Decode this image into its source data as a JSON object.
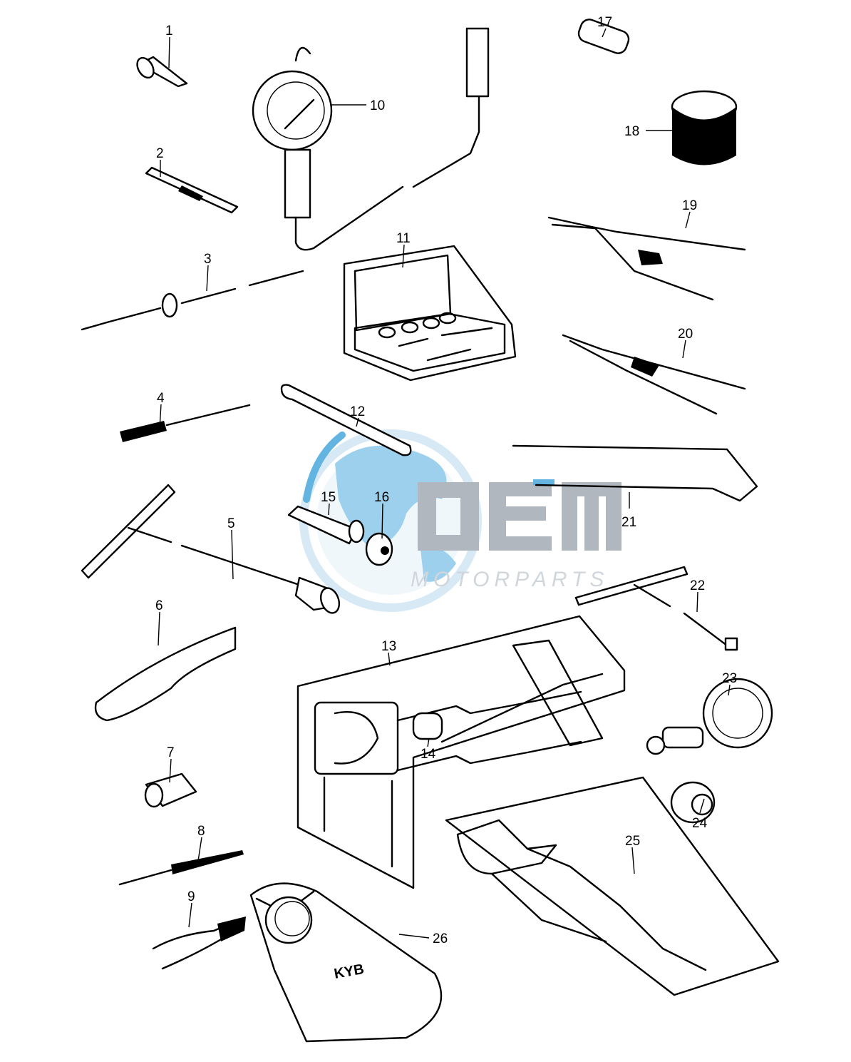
{
  "diagram": {
    "callouts": [
      "1",
      "2",
      "3",
      "4",
      "5",
      "6",
      "7",
      "8",
      "9",
      "10",
      "11",
      "12",
      "13",
      "14",
      "15",
      "16",
      "17",
      "18",
      "19",
      "20",
      "21",
      "22",
      "23",
      "24",
      "25",
      "26"
    ]
  },
  "watermark": {
    "brand": "OEM",
    "subtitle": "MOTORPARTS",
    "colors": {
      "globe_blue": "#4aa8de",
      "globe_light": "#cfe6f4",
      "letters_gray": "#9ea6ae"
    }
  },
  "kit_label": "KYB"
}
